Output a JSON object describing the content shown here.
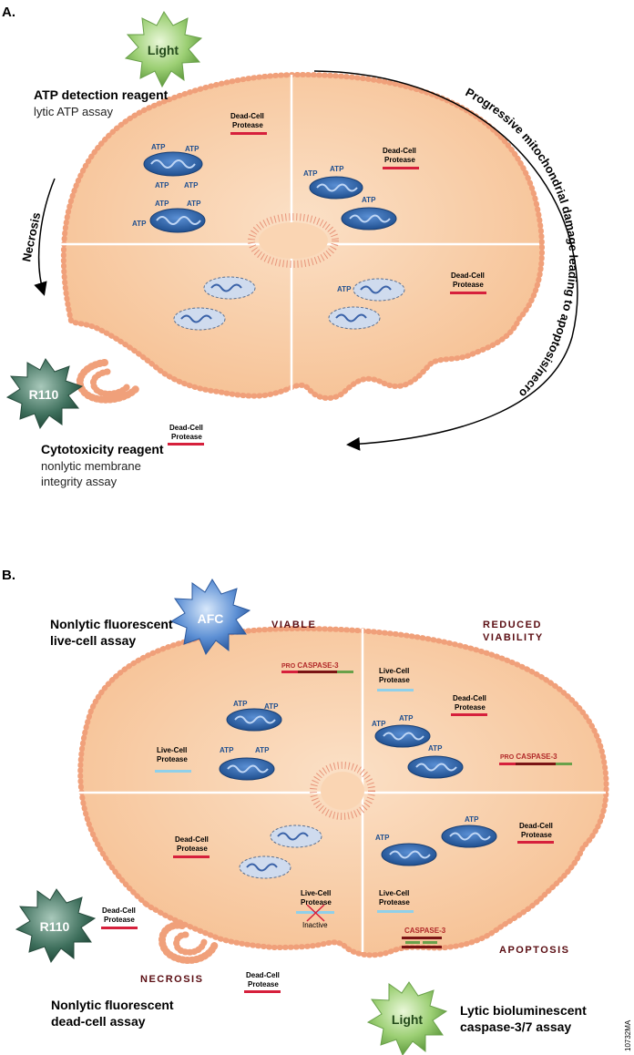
{
  "panelA": {
    "label": "A.",
    "atp_title": "ATP detection reagent",
    "atp_sub": "lytic ATP assay",
    "cyto_title": "Cytotoxicity reagent",
    "cyto_sub1": "nonlytic membrane",
    "cyto_sub2": "integrity assay",
    "necrosis": "Necrosis",
    "progressive": "Progressive mitochondrial damage leading to apoptosis/necrosis",
    "light": "Light",
    "r110": "R110",
    "atp": "ATP",
    "dcp1": "Dead-Cell",
    "dcp2": "Protease"
  },
  "panelB": {
    "label": "B.",
    "live_title1": "Nonlytic fluorescent",
    "live_title2": "live-cell assay",
    "dead_title1": "Nonlytic fluorescent",
    "dead_title2": "dead-cell assay",
    "casp_title1": "Lytic bioluminescent",
    "casp_title2": "caspase-3/7 assay",
    "viable": "VIABLE",
    "reduced1": "REDUCED",
    "reduced2": "VIABILITY",
    "necrosis": "NECROSIS",
    "apoptosis": "APOPTOSIS",
    "afc": "AFC",
    "r110": "R110",
    "light": "Light",
    "atp": "ATP",
    "dcp1": "Dead-Cell",
    "dcp2": "Protease",
    "lcp1": "Live-Cell",
    "lcp2": "Protease",
    "inactive": "Inactive",
    "procasp_pro": "PRO",
    "procasp": "CASPASE-3",
    "casp3": "CASPASE-3"
  },
  "figure_id": "10732MA",
  "colors": {
    "cell_fill": "#f9cda3",
    "membrane": "#f0a07a",
    "mito": "#2e63a8",
    "dcp_bar": "#d6203c",
    "lcp_bar": "#8fd0ea"
  }
}
